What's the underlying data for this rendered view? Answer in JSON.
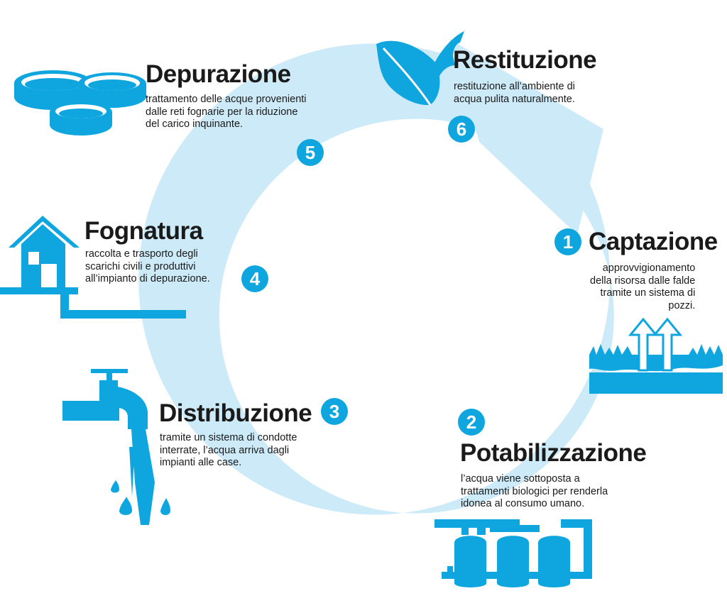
{
  "colors": {
    "ring": "#cdeaf8",
    "accent": "#0fa6e0",
    "text": "#1a1a1a",
    "background": "#ffffff"
  },
  "steps": [
    {
      "number": "1",
      "title": "Captazione",
      "description": [
        "approvvigionamento",
        "della risorsa dalle falde",
        "tramite un sistema di",
        "pozzi."
      ],
      "icon": "groundwater-wells-icon"
    },
    {
      "number": "2",
      "title": "Potabilizzazione",
      "description": [
        "l’acqua viene sottoposta a",
        "trattamenti biologici per renderla",
        "idonea al consumo umano."
      ],
      "icon": "treatment-tanks-icon"
    },
    {
      "number": "3",
      "title": "Distribuzione",
      "description": [
        "tramite un sistema di condotte",
        "interrate, l’acqua arriva dagli",
        "impianti alle case."
      ],
      "icon": "water-tap-icon"
    },
    {
      "number": "4",
      "title": "Fognatura",
      "description": [
        "raccolta e trasporto degli",
        "scarichi civili e produttivi",
        "all’impianto di depurazione."
      ],
      "icon": "house-sewer-icon"
    },
    {
      "number": "5",
      "title": "Depurazione",
      "description": [
        "trattamento delle acque provenienti",
        "dalle reti fognarie per la riduzione",
        "del carico inquinante."
      ],
      "icon": "settling-basins-icon"
    },
    {
      "number": "6",
      "title": "Restituzione",
      "description": [
        "restituzione all’ambiente di",
        "acqua pulita naturalmente."
      ],
      "icon": "leaves-icon"
    }
  ]
}
